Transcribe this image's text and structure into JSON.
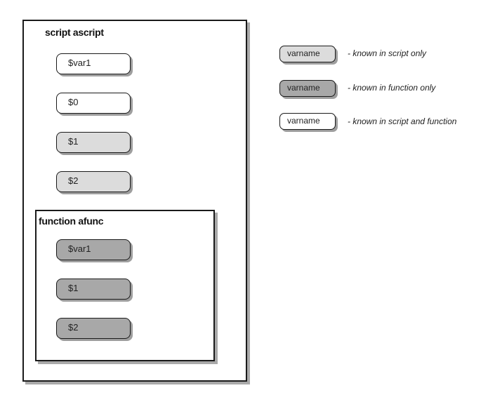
{
  "script_box": {
    "title": "script ascript",
    "variables": [
      "$var1",
      "$0",
      "$1",
      "$2"
    ]
  },
  "function_box": {
    "title": "function afunc",
    "variables": [
      "$var1",
      "$1",
      "$2"
    ]
  },
  "legend": [
    {
      "label": "varname",
      "description": "- known in script only"
    },
    {
      "label": "varname",
      "description": "- known in function only"
    },
    {
      "label": "varname",
      "description": "- known in script and function"
    }
  ],
  "colors": {
    "script_and_function": "#ffffff",
    "script_only": "#dcdcdc",
    "function_only": "#a8a8a8"
  }
}
